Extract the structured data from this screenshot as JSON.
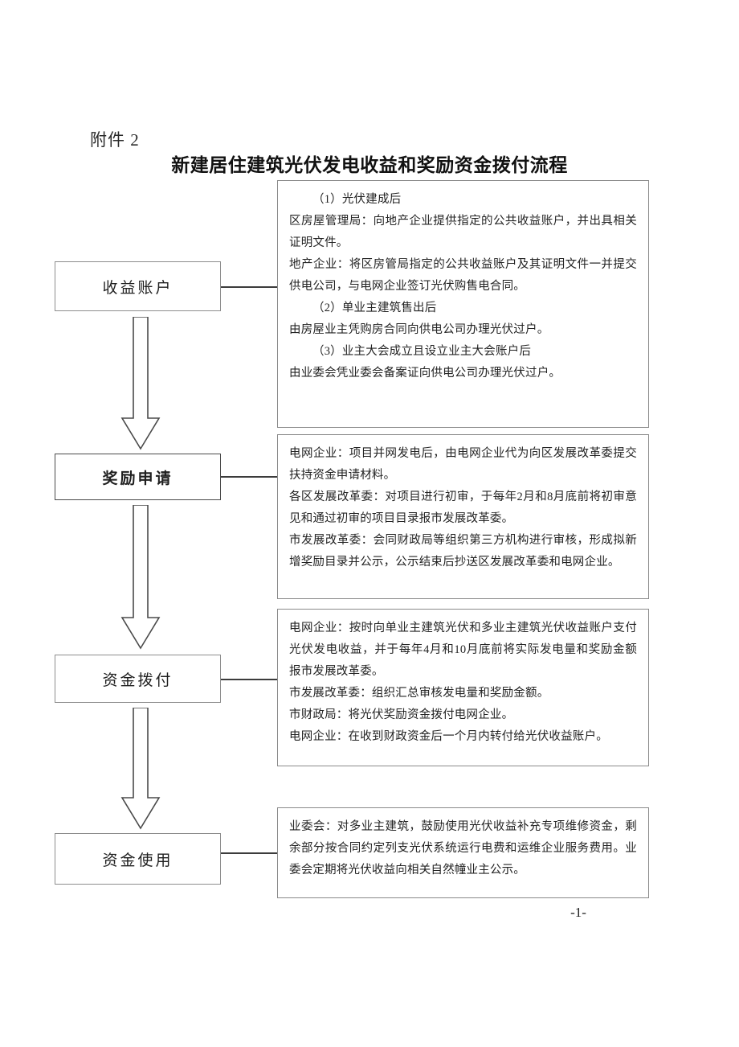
{
  "document": {
    "attachment_label": "附件 2",
    "title": "新建居住建筑光伏发电收益和奖励资金拨付流程",
    "page_number": "-1-"
  },
  "flow": {
    "stages": [
      {
        "id": "revenue-account",
        "label": "收益账户"
      },
      {
        "id": "award-application",
        "label": "奖励申请"
      },
      {
        "id": "fund-allocation",
        "label": "资金拨付"
      },
      {
        "id": "fund-usage",
        "label": "资金使用"
      }
    ],
    "arrows": [
      {
        "id": "arrow-1",
        "direction": "down"
      },
      {
        "id": "arrow-2",
        "direction": "down"
      },
      {
        "id": "arrow-3",
        "direction": "down"
      }
    ],
    "panels": [
      {
        "id": "panel-revenue-account",
        "lines": [
          {
            "text": "（1）光伏建成后",
            "indent": true
          },
          {
            "text": "区房屋管理局：向地产企业提供指定的公共收益账户，并出具相关证明文件。",
            "indent": false
          },
          {
            "text": "地产企业：将区房管局指定的公共收益账户及其证明文件一并提交供电公司，与电网企业签订光伏购售电合同。",
            "indent": false
          },
          {
            "text": "（2）单业主建筑售出后",
            "indent": true
          },
          {
            "text": "由房屋业主凭购房合同向供电公司办理光伏过户。",
            "indent": false
          },
          {
            "text": "（3）业主大会成立且设立业主大会账户后",
            "indent": true
          },
          {
            "text": "由业委会凭业委会备案证向供电公司办理光伏过户。",
            "indent": false
          }
        ]
      },
      {
        "id": "panel-award-application",
        "lines": [
          {
            "text": "电网企业：项目并网发电后，由电网企业代为向区发展改革委提交扶持资金申请材料。",
            "indent": false
          },
          {
            "text": "各区发展改革委：对项目进行初审，于每年2月和8月底前将初审意见和通过初审的项目目录报市发展改革委。",
            "indent": false
          },
          {
            "text": "市发展改革委：会同财政局等组织第三方机构进行审核，形成拟新增奖励目录并公示，公示结束后抄送区发展改革委和电网企业。",
            "indent": false
          }
        ]
      },
      {
        "id": "panel-fund-allocation",
        "lines": [
          {
            "text": "电网企业：按时向单业主建筑光伏和多业主建筑光伏收益账户支付光伏发电收益，并于每年4月和10月底前将实际发电量和奖励金额报市发展改革委。",
            "indent": false
          },
          {
            "text": "市发展改革委：组织汇总审核发电量和奖励金额。",
            "indent": false
          },
          {
            "text": "市财政局：将光伏奖励资金拨付电网企业。",
            "indent": false
          },
          {
            "text": "电网企业：在收到财政资金后一个月内转付给光伏收益账户。",
            "indent": false
          }
        ]
      },
      {
        "id": "panel-fund-usage",
        "lines": [
          {
            "text": "业委会：对多业主建筑，鼓励使用光伏收益补充专项维修资金，剩余部分按合同约定列支光伏系统运行电费和运维企业服务费用。业委会定期将光伏收益向相关自然幢业主公示。",
            "indent": false
          }
        ]
      }
    ]
  },
  "colors": {
    "box_border": "#8a8a8a",
    "emphasis_border": "#4a4a4a",
    "connector": "#3c3c3c",
    "text": "#232323",
    "page_background": "#ffffff"
  }
}
